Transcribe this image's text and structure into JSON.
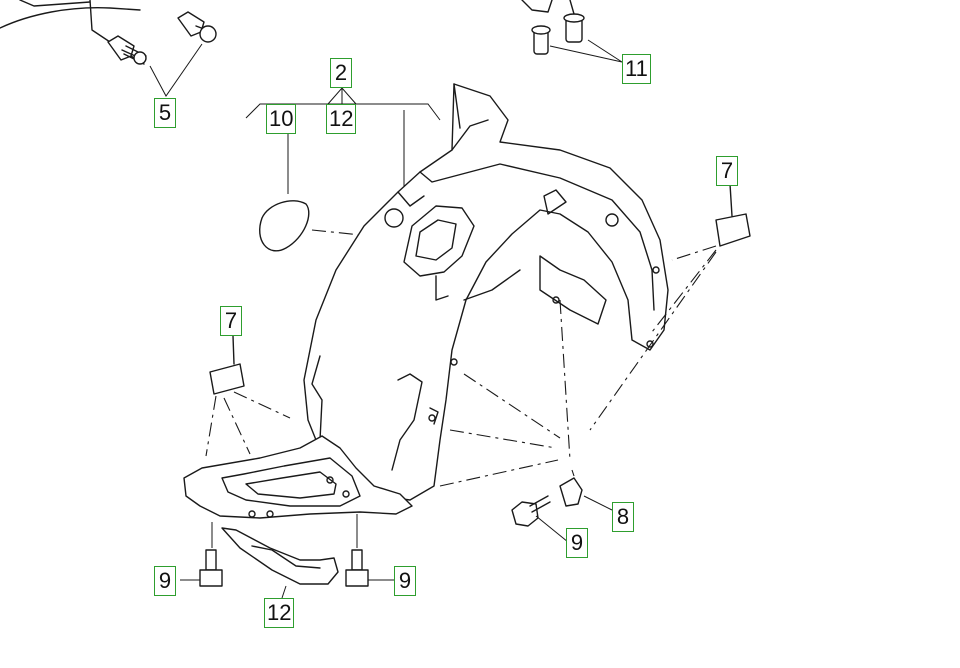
{
  "diagram": {
    "callouts": [
      {
        "id": "callout-5",
        "label": "5"
      },
      {
        "id": "callout-11",
        "label": "11"
      },
      {
        "id": "callout-2",
        "label": "2"
      },
      {
        "id": "callout-10",
        "label": "10"
      },
      {
        "id": "callout-12-top",
        "label": "12"
      },
      {
        "id": "callout-7-right",
        "label": "7"
      },
      {
        "id": "callout-7-left",
        "label": "7"
      },
      {
        "id": "callout-8",
        "label": "8"
      },
      {
        "id": "callout-9-right",
        "label": "9"
      },
      {
        "id": "callout-9-left",
        "label": "9"
      },
      {
        "id": "callout-9-center",
        "label": "9"
      },
      {
        "id": "callout-12-bottom",
        "label": "12"
      }
    ],
    "colors": {
      "callout_border": "#2e9e2e",
      "line": "#1a1a1a",
      "background": "#ffffff"
    }
  }
}
